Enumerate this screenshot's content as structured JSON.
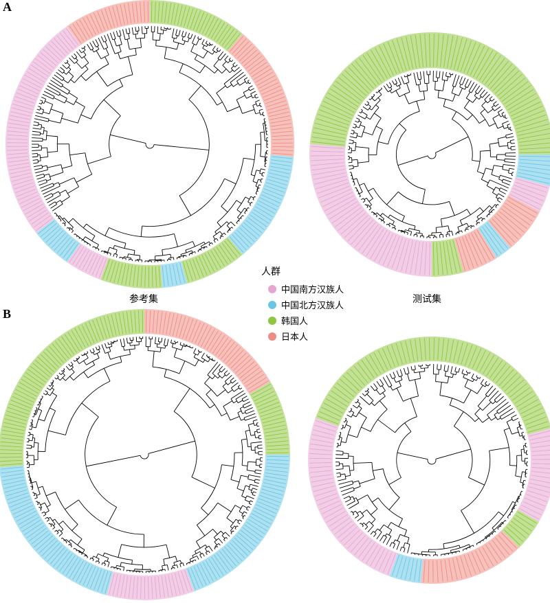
{
  "figure": {
    "panels": [
      {
        "letter": "A"
      },
      {
        "letter": "B"
      }
    ],
    "set_labels": {
      "reference": "参考集",
      "test": "测试集"
    },
    "legend": {
      "title": "人群",
      "items": [
        {
          "label": "中国南方汉族人",
          "color": "#e5a6d2"
        },
        {
          "label": "中国北方汉族人",
          "color": "#6ac7e3"
        },
        {
          "label": "韩国人",
          "color": "#8fc63f"
        },
        {
          "label": "日本人",
          "color": "#ef8c84"
        }
      ]
    }
  },
  "colors": {
    "south_han": "#e5a6d2",
    "north_han": "#6ac7e3",
    "korean": "#8fc63f",
    "japanese": "#ef8c84",
    "branch": "#000000"
  },
  "trees": [
    {
      "id": "A-reference",
      "tip_count": 230,
      "ring_segments": [
        {
          "group": "korean",
          "from": 0,
          "to": 40
        },
        {
          "group": "japanese",
          "from": 40,
          "to": 95
        },
        {
          "group": "north_han",
          "from": 95,
          "to": 140
        },
        {
          "group": "korean",
          "from": 140,
          "to": 165
        },
        {
          "group": "north_han",
          "from": 165,
          "to": 175
        },
        {
          "group": "korean",
          "from": 175,
          "to": 200
        },
        {
          "group": "south_han",
          "from": 200,
          "to": 215
        },
        {
          "group": "north_han",
          "from": 215,
          "to": 232
        },
        {
          "group": "south_han",
          "from": 232,
          "to": 325
        },
        {
          "group": "japanese",
          "from": 325,
          "to": 360
        }
      ]
    },
    {
      "id": "A-test",
      "tip_count": 160,
      "ring_segments": [
        {
          "group": "korean",
          "from": 0,
          "to": 90
        },
        {
          "group": "north_han",
          "from": 90,
          "to": 105
        },
        {
          "group": "south_han",
          "from": 105,
          "to": 118
        },
        {
          "group": "japanese",
          "from": 118,
          "to": 140
        },
        {
          "group": "north_han",
          "from": 140,
          "to": 148
        },
        {
          "group": "japanese",
          "from": 148,
          "to": 165
        },
        {
          "group": "korean",
          "from": 165,
          "to": 180
        },
        {
          "group": "south_han",
          "from": 180,
          "to": 275
        },
        {
          "group": "korean",
          "from": 275,
          "to": 360
        }
      ]
    },
    {
      "id": "B-reference",
      "tip_count": 230,
      "ring_segments": [
        {
          "group": "japanese",
          "from": 0,
          "to": 60
        },
        {
          "group": "korean",
          "from": 60,
          "to": 90
        },
        {
          "group": "north_han",
          "from": 90,
          "to": 160
        },
        {
          "group": "south_han",
          "from": 160,
          "to": 195
        },
        {
          "group": "north_han",
          "from": 195,
          "to": 265
        },
        {
          "group": "korean",
          "from": 265,
          "to": 360
        }
      ]
    },
    {
      "id": "B-test",
      "tip_count": 160,
      "ring_segments": [
        {
          "group": "korean",
          "from": 0,
          "to": 75
        },
        {
          "group": "south_han",
          "from": 75,
          "to": 120
        },
        {
          "group": "korean",
          "from": 120,
          "to": 135
        },
        {
          "group": "japanese",
          "from": 135,
          "to": 185
        },
        {
          "group": "north_han",
          "from": 185,
          "to": 200
        },
        {
          "group": "south_han",
          "from": 200,
          "to": 290
        },
        {
          "group": "korean",
          "from": 290,
          "to": 360
        }
      ]
    }
  ]
}
